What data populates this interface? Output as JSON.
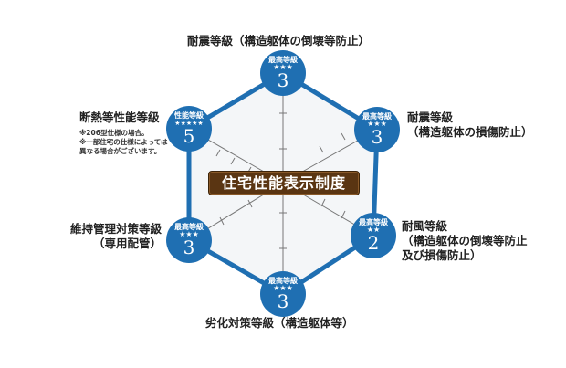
{
  "center_label": "住宅性能表示制度",
  "colors": {
    "accent_blue": "#1f6fb2",
    "center_brown": "#5a3512",
    "hexagon_fill": "#f4f6f8",
    "spoke_gray": "#777777"
  },
  "items": [
    {
      "position": "top",
      "label_lines": [
        "耐震等級（構造躯体の倒壊等防止）"
      ],
      "badge": {
        "title": "最高等級",
        "stars": "★★★",
        "grade": "3"
      }
    },
    {
      "position": "top-right",
      "label_lines": [
        "耐震等級",
        "（構造躯体の損傷防止）"
      ],
      "badge": {
        "title": "最高等級",
        "stars": "★★★",
        "grade": "3"
      }
    },
    {
      "position": "bottom-right",
      "label_lines": [
        "耐風等級",
        "（構造躯体の倒壊等防止",
        "及び損傷防止）"
      ],
      "badge": {
        "title": "最高等級",
        "stars": "★★",
        "grade": "2"
      }
    },
    {
      "position": "bottom",
      "label_lines": [
        "劣化対策等級（構造躯体等）"
      ],
      "badge": {
        "title": "最高等級",
        "stars": "★★★",
        "grade": "3"
      }
    },
    {
      "position": "bottom-left",
      "label_lines": [
        "維持管理対策等級",
        "（専用配管）"
      ],
      "badge": {
        "title": "最高等級",
        "stars": "★★★",
        "grade": "3"
      }
    },
    {
      "position": "top-left",
      "label_lines": [
        "断熱等性能等級"
      ],
      "note_lines": [
        "※206型仕様の場合。",
        "※一部住宅の仕様によっては",
        "異なる場合がございます。"
      ],
      "badge": {
        "title": "性能等級",
        "stars": "★★★★★",
        "grade": "5"
      }
    }
  ]
}
